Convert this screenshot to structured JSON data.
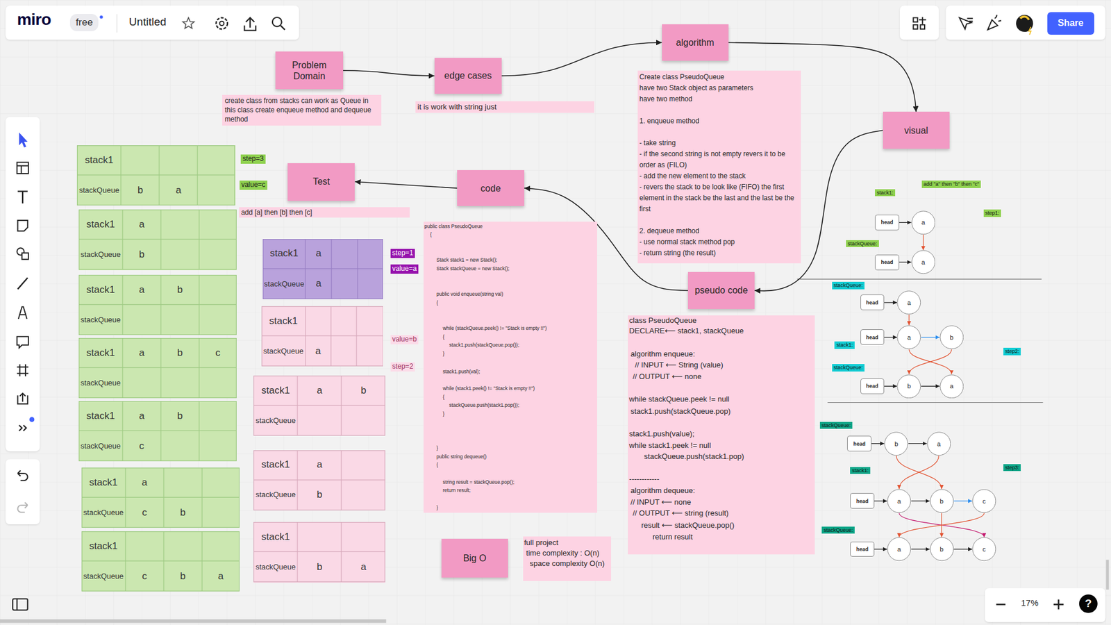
{
  "diagram": {
    "nodes": [
      {
        "text": [
          "free"
        ]
      },
      {
        "text": [
          "Share"
        ]
      },
      {
        "text": [
          "Problem Domain"
        ]
      },
      {
        "text": [
          "edge cases"
        ]
      },
      {
        "text": [
          "algorithm"
        ]
      },
      {
        "text": [
          "visual"
        ]
      },
      {
        "text": [
          "pseudo code"
        ]
      },
      {
        "text": [
          "code"
        ]
      },
      {
        "text": [
          "Test"
        ]
      },
      {
        "text": [
          "Big O"
        ]
      },
      {
        "text": [
          "create class from stacks can work as Queue in this class create enqueue method and dequeue method"
        ]
      },
      {
        "text": [
          "it is work with string just"
        ]
      },
      {
        "text": [
          "Create class PseudoQueue",
          "have two Stack object as parameters",
          "have two method",
          "1. enqueue method",
          "- take string",
          "- if the second string is not empty revers it to be order as (FILO)",
          "- add the new element to the stack",
          "- revers the stack to be look like (FIFO) the first element in the stack be the last and the last be the first",
          "2. dequeue method",
          "- use normal stack method pop",
          "- return string (the result)"
        ]
      },
      {
        "text": [
          "class PseudoQueue",
          "DECLARE⟵ stack1, stackQueue",
          "algorithm enqueue:",
          "// INPUT ⟵ String (value)",
          "// OUTPUT ⟵ none",
          "while stackQueue.peek != null",
          "stack1.push(stackQueue.pop)",
          "stack1.push(value);",
          "while stack1.peek != null",
          "stackQueue.push(stack1.pop)",
          "------------",
          "algorithm dequeue:",
          "// INPUT ⟵ none",
          "// OUTPUT ⟵ string (result)",
          "result ⟵ stackQueue.pop()",
          "return result"
        ]
      },
      {
        "text": [
          "public class PseudoQueue",
          "{",
          "Stack stack1 = new Stack();",
          "Stack stackQueue = new Stack();",
          "public void enqueue(string val)",
          "{",
          "while (stackQueue.peek() != \"Stack is empty !!\")",
          "{",
          "stack1.push(stackQueue.pop());",
          "}",
          "stack1.push(val);",
          "while (stack1.peek() != \"Stack is empty !!\")",
          "{",
          "stackQueue.push(stack1.pop());",
          "}",
          "}",
          "public string dequeue()",
          "{",
          "string result = stackQueue.pop();",
          "return result;",
          "}"
        ]
      },
      {
        "text": [
          "add [a] then [b] then [c]"
        ]
      },
      {
        "text": [
          "full project",
          "time complexity : O(n)",
          "space complexity O(n)"
        ]
      },
      {
        "text": [
          "stack1",
          "stackQueue",
          "b",
          "a"
        ]
      },
      {
        "text": [
          "stack1",
          "a",
          "stackQueue",
          "b"
        ]
      },
      {
        "text": [
          "stack1",
          "a",
          "b",
          "stackQueue"
        ]
      },
      {
        "text": [
          "stack1",
          "a",
          "b",
          "c",
          "stackQueue"
        ]
      },
      {
        "text": [
          "stack1",
          "a",
          "b",
          "stackQueue",
          "c"
        ]
      },
      {
        "text": [
          "stack1",
          "a",
          "stackQueue",
          "c",
          "b"
        ]
      },
      {
        "text": [
          "stack1",
          "stackQueue",
          "c",
          "b",
          "a"
        ]
      },
      {
        "text": [
          "stack1",
          "a",
          "stackQueue",
          "a"
        ]
      },
      {
        "text": [
          "stack1",
          "stackQueue",
          "a"
        ]
      },
      {
        "text": [
          "stack1",
          "a",
          "b",
          "stackQueue"
        ]
      },
      {
        "text": [
          "stack1",
          "a",
          "stackQueue",
          "b"
        ]
      },
      {
        "text": [
          "stack1",
          "stackQueue",
          "b",
          "a"
        ]
      },
      {
        "text": [
          "head"
        ]
      },
      {
        "text": [
          "a"
        ]
      },
      {
        "text": [
          "head"
        ]
      },
      {
        "text": [
          "a"
        ]
      },
      {
        "text": [
          "head"
        ]
      },
      {
        "text": [
          "a"
        ]
      },
      {
        "text": [
          "head"
        ]
      },
      {
        "text": [
          "a"
        ]
      },
      {
        "text": [
          "b"
        ]
      },
      {
        "text": [
          "head"
        ]
      },
      {
        "text": [
          "b"
        ]
      },
      {
        "text": [
          "a"
        ]
      },
      {
        "text": [
          "head"
        ]
      },
      {
        "text": [
          "b"
        ]
      },
      {
        "text": [
          "a"
        ]
      },
      {
        "text": [
          "head"
        ]
      },
      {
        "text": [
          "a"
        ]
      },
      {
        "text": [
          "b"
        ]
      },
      {
        "text": [
          "c"
        ]
      },
      {
        "text": [
          "head"
        ]
      },
      {
        "text": [
          "a"
        ]
      },
      {
        "text": [
          "b"
        ]
      },
      {
        "text": [
          "c"
        ]
      }
    ],
    "edges": [
      {
        "from": 2,
        "to": 3,
        "arrow": "to"
      },
      {
        "from": 3,
        "to": 4,
        "arrow": "to"
      },
      {
        "from": 4,
        "to": 5,
        "arrow": "to"
      },
      {
        "from": 5,
        "to": 6,
        "arrow": "to"
      },
      {
        "from": 6,
        "to": 7,
        "arrow": "to"
      },
      {
        "from": 7,
        "to": 8,
        "arrow": "to"
      },
      {
        "from": 29,
        "to": 30,
        "arrow": "to"
      },
      {
        "from": 31,
        "to": 32,
        "arrow": "to"
      },
      {
        "from": 30,
        "to": 32,
        "arrow": "to"
      },
      {
        "from": 33,
        "to": 34,
        "arrow": "to"
      },
      {
        "from": 34,
        "to": 36,
        "arrow": "to"
      },
      {
        "from": 35,
        "to": 36,
        "arrow": "to"
      },
      {
        "from": 36,
        "to": 37,
        "arrow": "to"
      },
      {
        "from": 38,
        "to": 39,
        "arrow": "to"
      },
      {
        "from": 39,
        "to": 40,
        "arrow": "to"
      },
      {
        "from": 36,
        "to": 40,
        "arrow": "to"
      },
      {
        "from": 37,
        "to": 39,
        "arrow": "to"
      },
      {
        "from": 41,
        "to": 42,
        "arrow": "to"
      },
      {
        "from": 42,
        "to": 43,
        "arrow": "to"
      },
      {
        "from": 42,
        "to": 46,
        "arrow": "to"
      },
      {
        "from": 43,
        "to": 45,
        "arrow": "to"
      },
      {
        "from": 44,
        "to": 45,
        "arrow": "to"
      },
      {
        "from": 45,
        "to": 46,
        "arrow": "to"
      },
      {
        "from": 46,
        "to": 47,
        "arrow": "to"
      },
      {
        "from": 48,
        "to": 49,
        "arrow": "to"
      },
      {
        "from": 49,
        "to": 50,
        "arrow": "to"
      },
      {
        "from": 50,
        "to": 51,
        "arrow": "to"
      },
      {
        "from": 45,
        "to": 51,
        "arrow": "to"
      },
      {
        "from": 46,
        "to": 50,
        "arrow": "to"
      },
      {
        "from": 47,
        "to": 49,
        "arrow": "to"
      }
    ],
    "labels": [
      "miro",
      "Untitled",
      "17%",
      "?",
      "step=3",
      "value=c",
      "step=1",
      "value=a",
      "value=b",
      "step=2",
      "stack1:",
      "add \"a\" then \"b\" then \"c\"",
      "step1:",
      "stackQueue:",
      "stackQueue:",
      "stack1:",
      "step2:",
      "stackQueue:",
      "stackQueue:",
      "stack1:",
      "step3:",
      "stackQueue:"
    ]
  }
}
